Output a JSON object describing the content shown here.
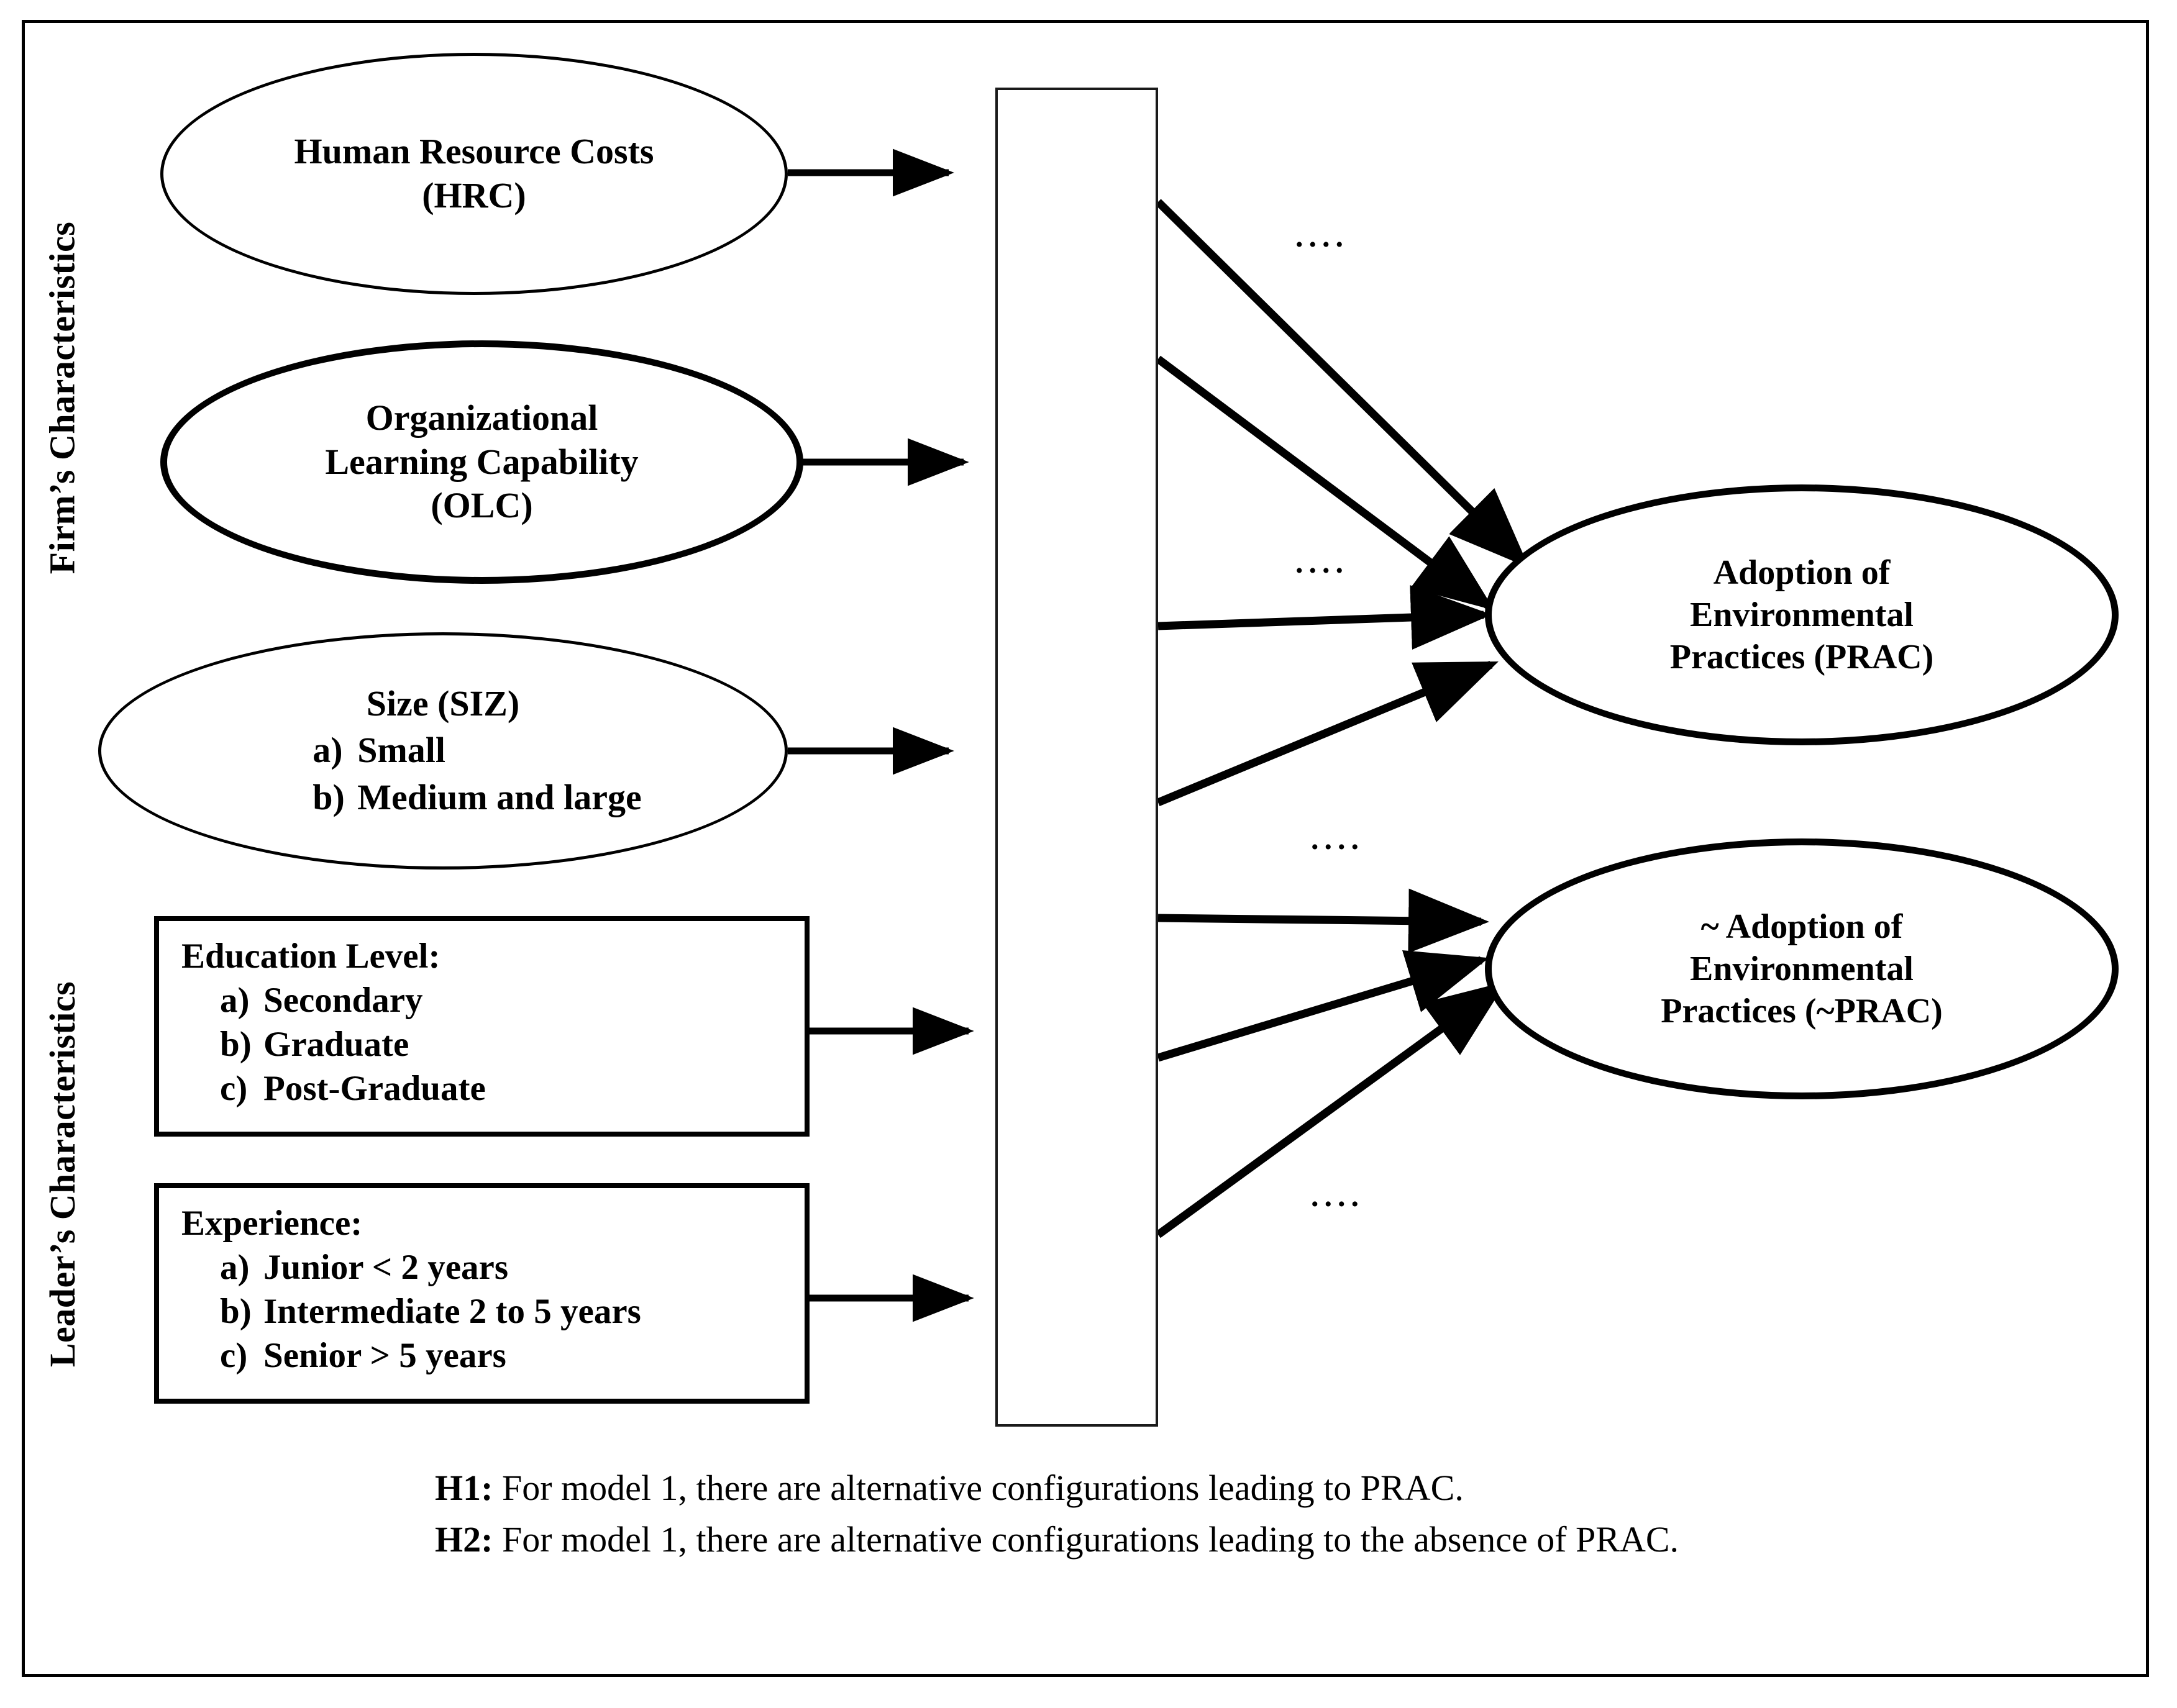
{
  "figure": {
    "type": "conceptual-model-diagram",
    "title": "Model 1 conceptual framework"
  },
  "side_labels": {
    "firm": "Firm’s Characteristics",
    "leader": "Leader’s Characteristics"
  },
  "antecedents": [
    {
      "id": "hrc",
      "shape": "ellipse",
      "emphasis": "normal",
      "lines": [
        "Human Resource Costs",
        "(HRC)"
      ]
    },
    {
      "id": "olc",
      "shape": "ellipse",
      "emphasis": "bold",
      "lines": [
        "Organizational",
        "Learning Capability",
        "(OLC)"
      ]
    },
    {
      "id": "siz",
      "shape": "ellipse",
      "emphasis": "normal",
      "title": "Size (SIZ)",
      "items": [
        {
          "marker": "a)",
          "text": "Small"
        },
        {
          "marker": "b)",
          "text": "Medium and large"
        }
      ]
    },
    {
      "id": "education",
      "shape": "box",
      "title": "Education Level:",
      "items": [
        {
          "marker": "a)",
          "text": "Secondary"
        },
        {
          "marker": "b)",
          "text": "Graduate"
        },
        {
          "marker": "c)",
          "text": "Post-Graduate"
        }
      ]
    },
    {
      "id": "experience",
      "shape": "box",
      "title": "Experience:",
      "items": [
        {
          "marker": "a)",
          "text": "Junior < 2 years"
        },
        {
          "marker": "b)",
          "text": "Intermediate 2 to 5 years"
        },
        {
          "marker": "c)",
          "text": "Senior > 5 years"
        }
      ]
    }
  ],
  "configuration_bar": {
    "label": "",
    "description": "empty vertical configurations bar"
  },
  "outcomes": [
    {
      "id": "prac",
      "emphasis": "bold",
      "lines": [
        "Adoption of",
        "Environmental",
        "Practices (PRAC)"
      ]
    },
    {
      "id": "not-prac",
      "emphasis": "bold",
      "lines": [
        "~ Adoption of",
        "Environmental",
        "Practices (~PRAC)"
      ]
    }
  ],
  "ellipsis_marks": [
    {
      "id": "dots-1",
      "text": "...."
    },
    {
      "id": "dots-2",
      "text": "...."
    },
    {
      "id": "dots-3",
      "text": "...."
    },
    {
      "id": "dots-4",
      "text": "...."
    }
  ],
  "hypotheses": [
    {
      "tag": "H1:",
      "text": " For model 1, there are alternative configurations leading to PRAC."
    },
    {
      "tag": "H2:",
      "text": " For model 1, there are alternative configurations leading to the absence of PRAC."
    }
  ],
  "colors": {
    "ink": "#000000",
    "paper": "#ffffff",
    "bar_stroke": "#1a1a1a"
  }
}
